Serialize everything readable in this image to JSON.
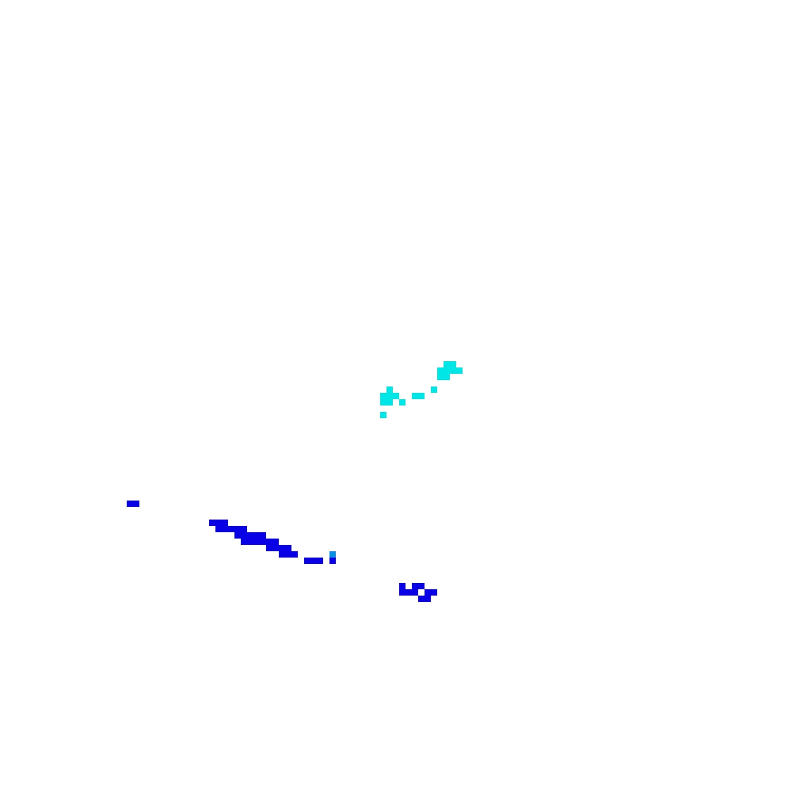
{
  "map": {
    "background_color": "#ffffff",
    "cell_size_px": 8,
    "legend_colors": {
      "cyan": "#00e5e5",
      "blue": "#0a00e6",
      "sky": "#0a8fe6"
    },
    "cells": [
      {
        "col": 70,
        "row": 57,
        "color": "cyan"
      },
      {
        "col": 71,
        "row": 57,
        "color": "cyan"
      },
      {
        "col": 69,
        "row": 58,
        "color": "cyan"
      },
      {
        "col": 70,
        "row": 58,
        "color": "cyan"
      },
      {
        "col": 71,
        "row": 58,
        "color": "cyan"
      },
      {
        "col": 72,
        "row": 58,
        "color": "cyan"
      },
      {
        "col": 69,
        "row": 59,
        "color": "cyan"
      },
      {
        "col": 70,
        "row": 59,
        "color": "cyan"
      },
      {
        "col": 68,
        "row": 61,
        "color": "cyan"
      },
      {
        "col": 61,
        "row": 61,
        "color": "cyan"
      },
      {
        "col": 60,
        "row": 62,
        "color": "cyan"
      },
      {
        "col": 61,
        "row": 62,
        "color": "cyan"
      },
      {
        "col": 62,
        "row": 62,
        "color": "cyan"
      },
      {
        "col": 65,
        "row": 62,
        "color": "cyan"
      },
      {
        "col": 66,
        "row": 62,
        "color": "cyan"
      },
      {
        "col": 60,
        "row": 63,
        "color": "cyan"
      },
      {
        "col": 61,
        "row": 63,
        "color": "cyan"
      },
      {
        "col": 63,
        "row": 63,
        "color": "cyan"
      },
      {
        "col": 60,
        "row": 65,
        "color": "cyan"
      },
      {
        "col": 20,
        "row": 79,
        "color": "blue"
      },
      {
        "col": 21,
        "row": 79,
        "color": "blue"
      },
      {
        "col": 33,
        "row": 82,
        "color": "blue"
      },
      {
        "col": 34,
        "row": 82,
        "color": "blue"
      },
      {
        "col": 35,
        "row": 82,
        "color": "blue"
      },
      {
        "col": 34,
        "row": 83,
        "color": "blue"
      },
      {
        "col": 35,
        "row": 83,
        "color": "blue"
      },
      {
        "col": 36,
        "row": 83,
        "color": "blue"
      },
      {
        "col": 37,
        "row": 83,
        "color": "blue"
      },
      {
        "col": 38,
        "row": 83,
        "color": "blue"
      },
      {
        "col": 37,
        "row": 84,
        "color": "blue"
      },
      {
        "col": 38,
        "row": 84,
        "color": "blue"
      },
      {
        "col": 39,
        "row": 84,
        "color": "blue"
      },
      {
        "col": 40,
        "row": 84,
        "color": "blue"
      },
      {
        "col": 41,
        "row": 84,
        "color": "blue"
      },
      {
        "col": 38,
        "row": 85,
        "color": "blue"
      },
      {
        "col": 39,
        "row": 85,
        "color": "blue"
      },
      {
        "col": 40,
        "row": 85,
        "color": "blue"
      },
      {
        "col": 41,
        "row": 85,
        "color": "blue"
      },
      {
        "col": 42,
        "row": 85,
        "color": "blue"
      },
      {
        "col": 43,
        "row": 85,
        "color": "blue"
      },
      {
        "col": 42,
        "row": 86,
        "color": "blue"
      },
      {
        "col": 43,
        "row": 86,
        "color": "blue"
      },
      {
        "col": 44,
        "row": 86,
        "color": "blue"
      },
      {
        "col": 45,
        "row": 86,
        "color": "blue"
      },
      {
        "col": 44,
        "row": 87,
        "color": "blue"
      },
      {
        "col": 45,
        "row": 87,
        "color": "blue"
      },
      {
        "col": 46,
        "row": 87,
        "color": "blue"
      },
      {
        "col": 48,
        "row": 88,
        "color": "blue"
      },
      {
        "col": 49,
        "row": 88,
        "color": "blue"
      },
      {
        "col": 50,
        "row": 88,
        "color": "blue"
      },
      {
        "col": 52,
        "row": 87,
        "color": "sky"
      },
      {
        "col": 52,
        "row": 88,
        "color": "blue"
      },
      {
        "col": 63,
        "row": 92,
        "color": "blue"
      },
      {
        "col": 65,
        "row": 92,
        "color": "blue"
      },
      {
        "col": 66,
        "row": 92,
        "color": "blue"
      },
      {
        "col": 63,
        "row": 93,
        "color": "blue"
      },
      {
        "col": 64,
        "row": 93,
        "color": "blue"
      },
      {
        "col": 65,
        "row": 93,
        "color": "blue"
      },
      {
        "col": 67,
        "row": 93,
        "color": "blue"
      },
      {
        "col": 68,
        "row": 93,
        "color": "blue"
      },
      {
        "col": 66,
        "row": 94,
        "color": "blue"
      },
      {
        "col": 67,
        "row": 94,
        "color": "blue"
      }
    ]
  }
}
